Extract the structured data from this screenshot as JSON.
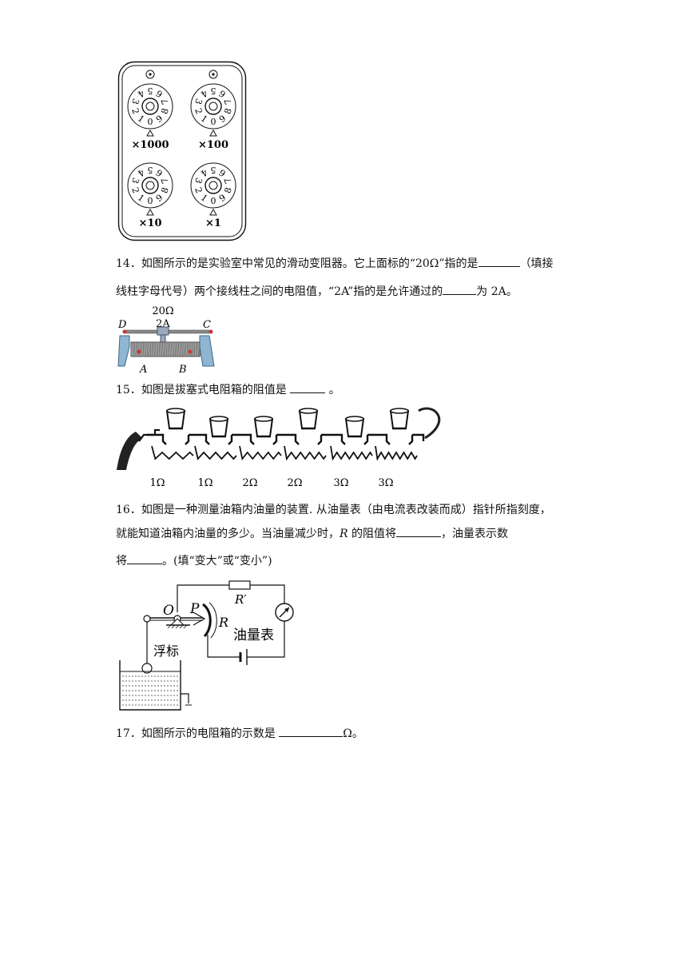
{
  "dial_box": {
    "dials": [
      {
        "digits": "4 5 6 7 8 9 0 1 2 3",
        "multiplier": "×1000"
      },
      {
        "digits": "3 4 5 6 7 8 9 0 1 2",
        "multiplier": "×100"
      },
      {
        "digits": "7 8 9 0 1 2 3 4 5 6",
        "multiplier": "×10"
      },
      {
        "digits": "4 5 6 7 8 9 0 1 2 3",
        "multiplier": "×1"
      }
    ]
  },
  "q14": {
    "line1_a": "14．如图所示的是实验室中常见的滑动变阻器。它上面标的“20Ω”指的是",
    "line1_b": "（填接",
    "line2_a": "线柱字母代号）两个接线柱之间的电阻值，“2A”指的是允许通过的",
    "line2_b": "为 2A。",
    "figure": {
      "rating_r": "20Ω",
      "rating_i": "2A",
      "D": "D",
      "C": "C",
      "A": "A",
      "B": "B"
    }
  },
  "q15": {
    "text_a": "15．如图是拔塞式电阻箱的阻值是 ",
    "text_b": " 。",
    "resistors": [
      "1Ω",
      "1Ω",
      "2Ω",
      "2Ω",
      "3Ω",
      "3Ω"
    ]
  },
  "q16": {
    "line1": "16．如图是一种测量油箱内油量的装置. 从油量表（由电流表改装而成）指针所指刻度，",
    "line2_a": "就能知道油箱内油量的多少。当油量减少时，",
    "line2_r": "R",
    "line2_b": " 的阻值将",
    "line2_c": "，油量表示数",
    "line3_a": "将",
    "line3_b": "。(填“变大”或“变小”)",
    "figure": {
      "R_prime": "R′",
      "O": "O",
      "P": "P",
      "R": "R",
      "meter": "油量表",
      "float": "浮标"
    }
  },
  "q17": {
    "text_a": "17．如图所示的电阻箱的示数是 ",
    "text_b": "Ω。"
  }
}
